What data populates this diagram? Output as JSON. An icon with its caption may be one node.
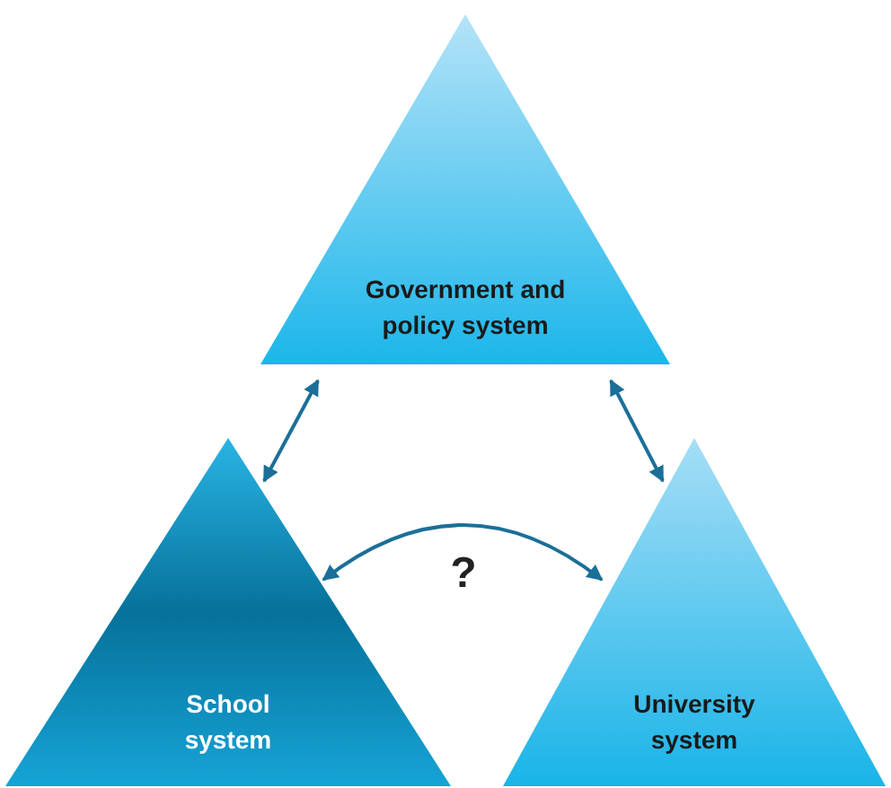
{
  "diagram": {
    "nodes": [
      {
        "text": [
          "Government and policy system"
        ]
      },
      {
        "text": [
          "School system"
        ]
      },
      {
        "text": [
          "University system"
        ]
      }
    ],
    "edges": [
      {
        "from": 0,
        "to": 1,
        "arrow": "both"
      },
      {
        "from": 0,
        "to": 2,
        "arrow": "both"
      },
      {
        "from": 1,
        "to": 2,
        "arrow": "both",
        "label": "?"
      }
    ]
  }
}
